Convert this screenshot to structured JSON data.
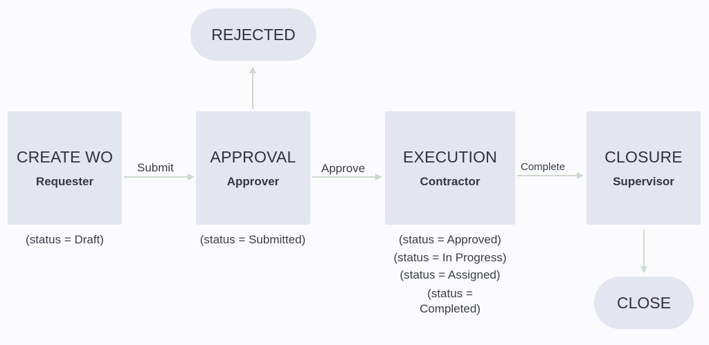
{
  "nodes": {
    "create": {
      "title": "CREATE WO",
      "role": "Requester",
      "statuses": [
        "(status = Draft)"
      ]
    },
    "approval": {
      "title": "APPROVAL",
      "role": "Approver",
      "statuses": [
        "(status = Submitted)"
      ]
    },
    "execution": {
      "title": "EXECUTION",
      "role": "Contractor",
      "statuses": [
        "(status = Approved)",
        "(status = In Progress)",
        "(status = Assigned)",
        "(status =",
        "Completed)"
      ]
    },
    "closure": {
      "title": "CLOSURE",
      "role": "Supervisor"
    },
    "rejected": {
      "title": "REJECTED"
    },
    "close": {
      "title": "CLOSE"
    }
  },
  "edges": {
    "submit": "Submit",
    "approve": "Approve",
    "complete": "Complete"
  },
  "colors": {
    "node_fill": "#e3e6f1",
    "arrow": "#cfd8cf",
    "background": "#fbfbfd"
  }
}
